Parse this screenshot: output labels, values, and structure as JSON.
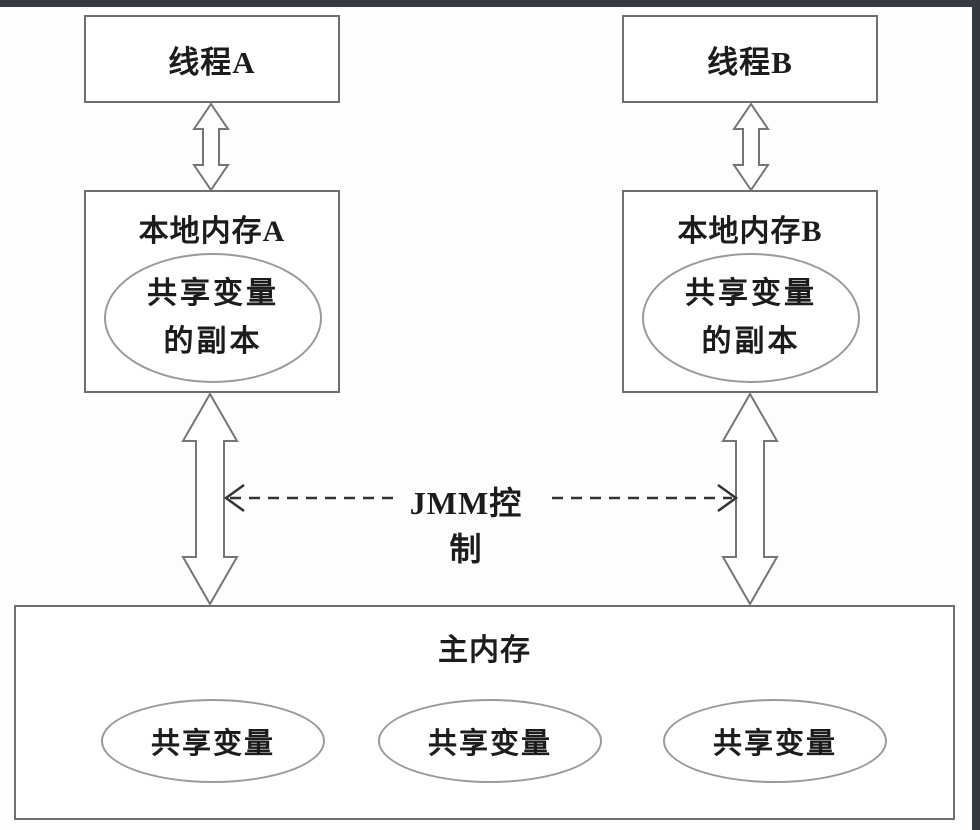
{
  "diagram": {
    "title_semantic": "Java Memory Model (JMM) diagram",
    "thread_a": {
      "label": "线程A"
    },
    "thread_b": {
      "label": "线程B"
    },
    "local_memory_a": {
      "title": "本地内存A",
      "ellipse": {
        "line1": "共享变量",
        "line2": "的副本"
      }
    },
    "local_memory_b": {
      "title": "本地内存B",
      "ellipse": {
        "line1": "共享变量",
        "line2": "的副本"
      }
    },
    "jmm_control": {
      "label": "JMM控制"
    },
    "main_memory": {
      "title": "主内存",
      "shared_vars": [
        "共享变量",
        "共享变量",
        "共享变量"
      ]
    },
    "colors": {
      "background": "#fdfdfd",
      "box_border": "#6e6e6e",
      "ellipse_border": "#9a9a9a",
      "hollow_arrow_stroke": "#757575",
      "dashed_arrow": "#333333",
      "text": "#1c1c1c",
      "frame_bar": "#343a40"
    }
  }
}
